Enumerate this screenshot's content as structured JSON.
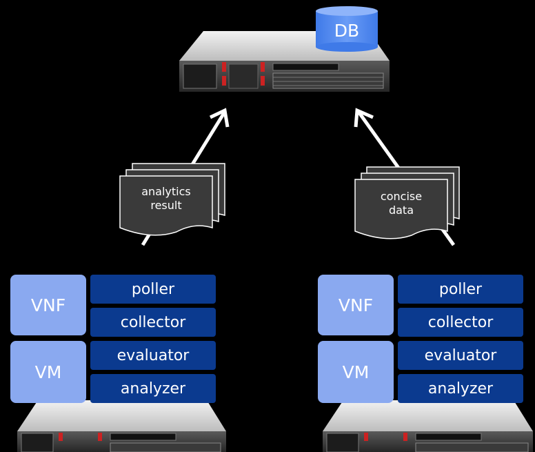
{
  "db": {
    "label": "DB"
  },
  "docs": {
    "left": {
      "line1": "analytics",
      "line2": "result"
    },
    "right": {
      "line1": "concise",
      "line2": "data"
    }
  },
  "stacks": {
    "left": {
      "vnf": "VNF",
      "vm": "VM",
      "functions": [
        "poller",
        "collector",
        "evaluator",
        "analyzer"
      ]
    },
    "right": {
      "vnf": "VNF",
      "vm": "VM",
      "functions": [
        "poller",
        "collector",
        "evaluator",
        "analyzer"
      ]
    }
  },
  "colors": {
    "vbox": "#8aa9f0",
    "func": "#0b3a8f",
    "db": "#4a86f0",
    "server_led": "#cc2222",
    "arrow": "#ffffff"
  }
}
